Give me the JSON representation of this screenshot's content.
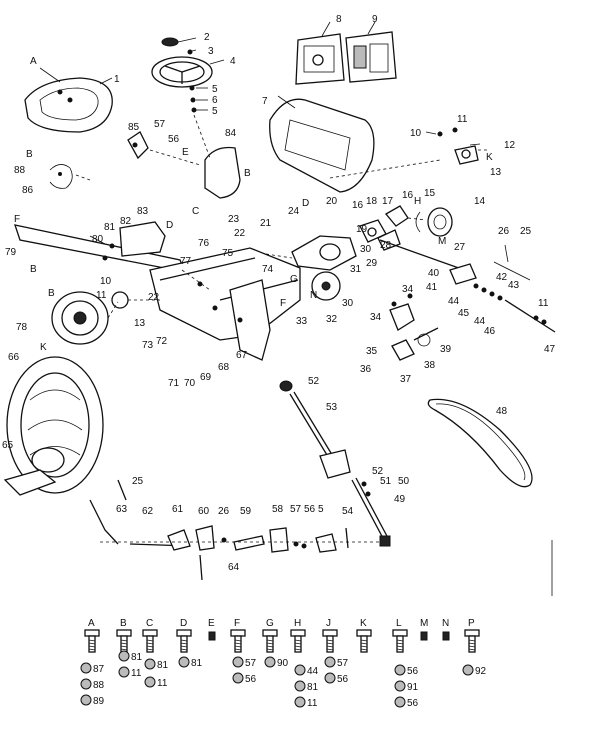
{
  "callouts": {
    "n2": "2",
    "n3": "3",
    "n4": "4",
    "n5a": "5",
    "n5b": "5",
    "n6": "6",
    "n7": "7",
    "n8": "8",
    "n9": "9",
    "n10": "10",
    "n11a": "11",
    "n12": "12",
    "n13a": "13",
    "A1": "A",
    "n1": "1",
    "n85": "85",
    "n57a": "57",
    "n56a": "56",
    "n84": "84",
    "E1": "E",
    "B1": "B",
    "n88": "88",
    "n86": "86",
    "B2": "B",
    "C1": "C",
    "n23": "23",
    "n24": "24",
    "n22a": "22",
    "n21": "21",
    "n20": "20",
    "D1": "D",
    "n18": "18",
    "n16a": "16",
    "n17": "17",
    "n16b": "16",
    "H1": "H",
    "n15": "15",
    "n14": "14",
    "M1": "M",
    "n27": "27",
    "n19": "19",
    "n30a": "30",
    "n28": "28",
    "n29": "29",
    "n31": "31",
    "N1": "N",
    "n32": "32",
    "n30b": "30",
    "n33": "33",
    "G1": "G",
    "F1": "F",
    "F2": "F",
    "n79": "79",
    "n80": "80",
    "n81": "81",
    "n82": "82",
    "n83": "83",
    "D2": "D",
    "n76": "76",
    "n77": "77",
    "n75": "75",
    "n74": "74",
    "B3": "B",
    "n10b": "10",
    "B4": "B",
    "n11b": "11",
    "n22b": "22",
    "n13b": "13",
    "n78": "78",
    "K1": "K",
    "n73": "73",
    "n72": "72",
    "n71": "71",
    "n70": "70",
    "n69": "69",
    "n68": "68",
    "n67": "67",
    "n26a": "26",
    "n25a": "25",
    "n40": "40",
    "n42": "42",
    "n43": "43",
    "n41": "41",
    "n44a": "44",
    "n45": "45",
    "n44b": "44",
    "n46": "46",
    "n11c": "11",
    "n47": "47",
    "n34a": "34",
    "n34b": "34",
    "n35": "35",
    "n39": "39",
    "n36": "36",
    "n37": "37",
    "n38": "38",
    "n66": "66",
    "n65": "65",
    "n52a": "52",
    "n53": "53",
    "n48": "48",
    "n52b": "52",
    "n51": "51",
    "n50": "50",
    "n49": "49",
    "n25b": "25",
    "n63": "63",
    "n62": "62",
    "n61": "61",
    "n60": "60",
    "n26b": "26",
    "n59": "59",
    "n58": "58",
    "n57b": "57",
    "n56b": "56",
    "n55": "5",
    "n54": "54",
    "n64": "64"
  },
  "hardware_key": {
    "letters": [
      "A",
      "B",
      "C",
      "D",
      "E",
      "F",
      "G",
      "H",
      "J",
      "K",
      "L",
      "M",
      "N",
      "P"
    ],
    "refs": {
      "a87": "87",
      "a88": "88",
      "a89": "89",
      "b81": "81",
      "b11": "11",
      "c81": "81",
      "c11": "11",
      "d81": "81",
      "f57": "57",
      "f56": "56",
      "g90": "90",
      "h44": "44",
      "h81": "81",
      "h11": "11",
      "j57": "57",
      "j56": "56",
      "l56a": "56",
      "l91": "91",
      "l56b": "56",
      "p92": "92"
    }
  }
}
